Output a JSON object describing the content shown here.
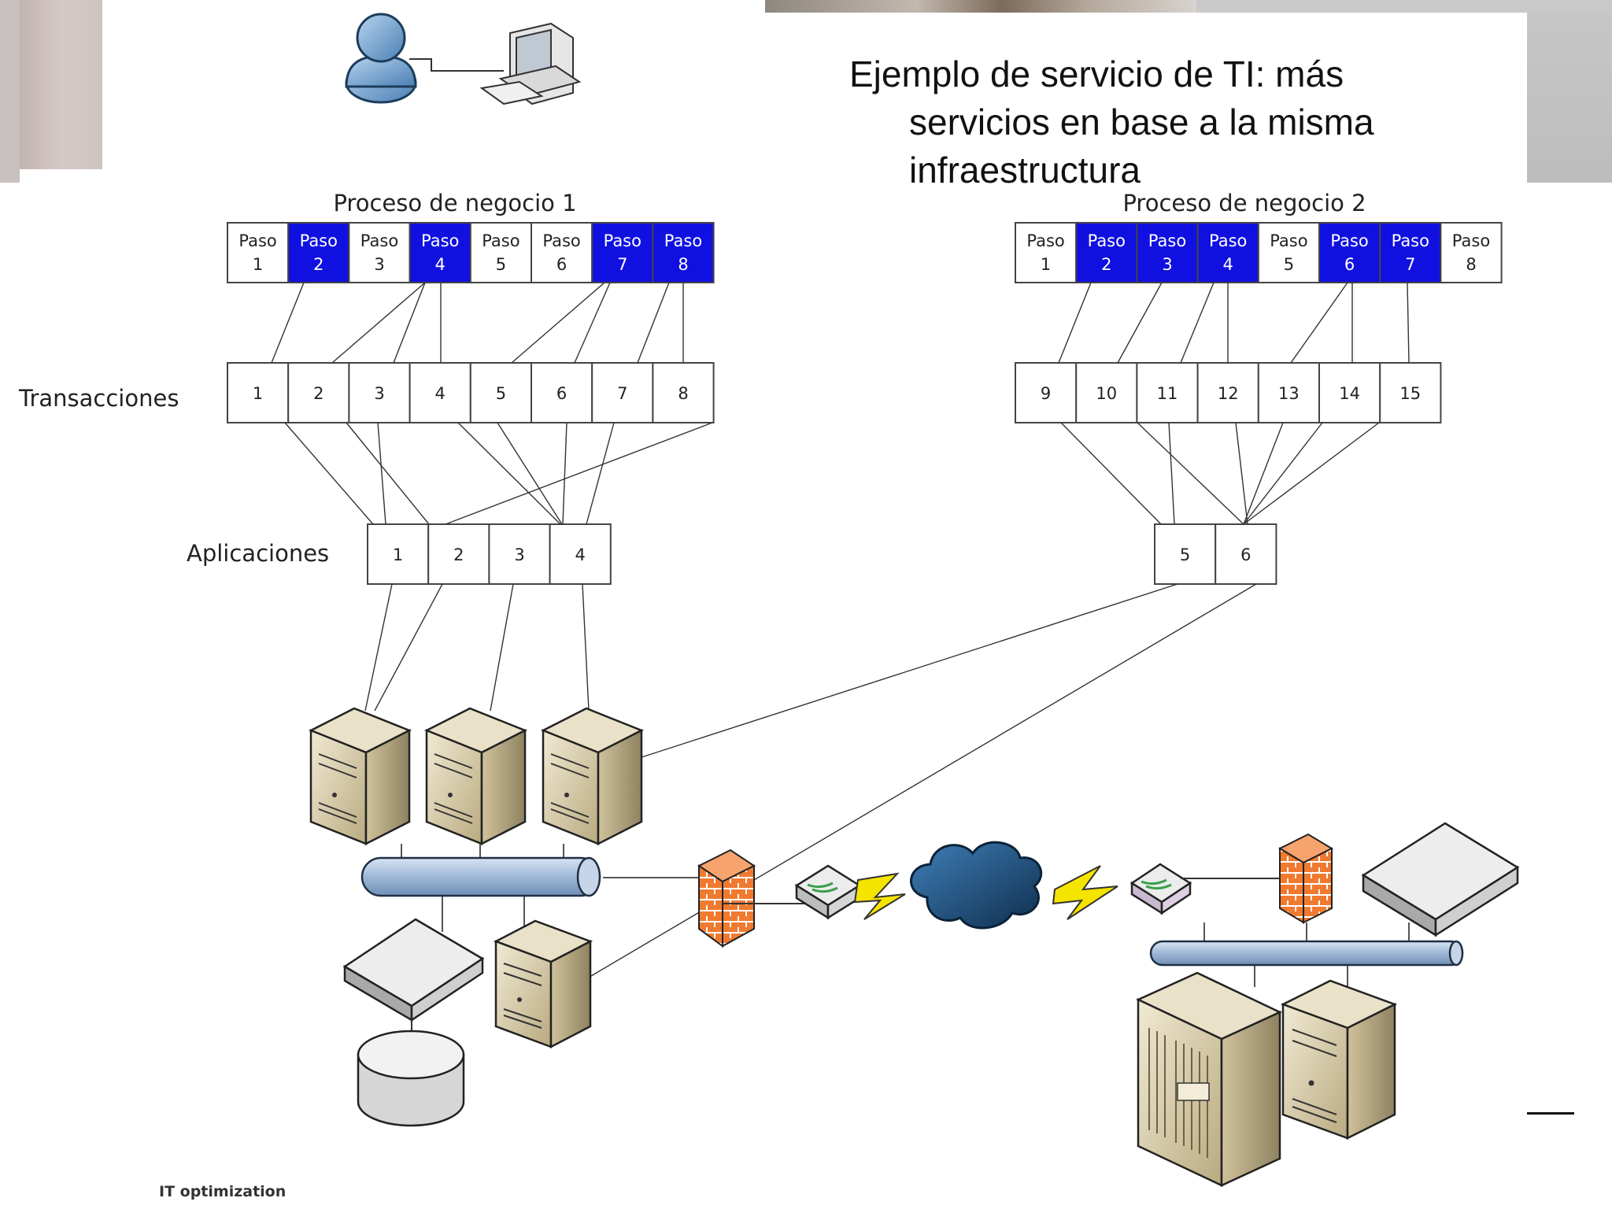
{
  "title": {
    "line1": "Ejemplo de servicio de TI: más",
    "line2": "servicios en base a la misma",
    "line3": "infraestructura"
  },
  "labels": {
    "process1": "Proceso de negocio 1",
    "process2": "Proceso de negocio 2",
    "transactions": "Transacciones",
    "applications": "Aplicaciones",
    "footer": "IT optimization"
  },
  "process1_steps": [
    {
      "word": "Paso",
      "num": "1",
      "highlight": false
    },
    {
      "word": "Paso",
      "num": "2",
      "highlight": true
    },
    {
      "word": "Paso",
      "num": "3",
      "highlight": false
    },
    {
      "word": "Paso",
      "num": "4",
      "highlight": true
    },
    {
      "word": "Paso",
      "num": "5",
      "highlight": false
    },
    {
      "word": "Paso",
      "num": "6",
      "highlight": false
    },
    {
      "word": "Paso",
      "num": "7",
      "highlight": true
    },
    {
      "word": "Paso",
      "num": "8",
      "highlight": true
    }
  ],
  "process2_steps": [
    {
      "word": "Paso",
      "num": "1",
      "highlight": false
    },
    {
      "word": "Paso",
      "num": "2",
      "highlight": true
    },
    {
      "word": "Paso",
      "num": "3",
      "highlight": true
    },
    {
      "word": "Paso",
      "num": "4",
      "highlight": true
    },
    {
      "word": "Paso",
      "num": "5",
      "highlight": false
    },
    {
      "word": "Paso",
      "num": "6",
      "highlight": true
    },
    {
      "word": "Paso",
      "num": "7",
      "highlight": true
    },
    {
      "word": "Paso",
      "num": "8",
      "highlight": false
    }
  ],
  "transactions1": [
    "1",
    "2",
    "3",
    "4",
    "5",
    "6",
    "7",
    "8"
  ],
  "transactions2": [
    "9",
    "10",
    "11",
    "12",
    "13",
    "14",
    "15"
  ],
  "applications1": [
    "1",
    "2",
    "3",
    "4"
  ],
  "applications2": [
    "5",
    "6"
  ],
  "colors": {
    "highlight": "#1010e0",
    "box_border": "#444444",
    "pipe": "#9fb8d6",
    "firewall": "#f07a30",
    "server": "#d8cba6",
    "cloud": "#1f4e78",
    "lightning": "#f5e400"
  },
  "icons": [
    "user-icon",
    "workstation-icon",
    "server-icon",
    "network-bus-icon",
    "firewall-icon",
    "router-icon",
    "lightning-link-icon",
    "cloud-icon",
    "storage-box-icon",
    "database-disk-icon",
    "mainframe-icon"
  ]
}
